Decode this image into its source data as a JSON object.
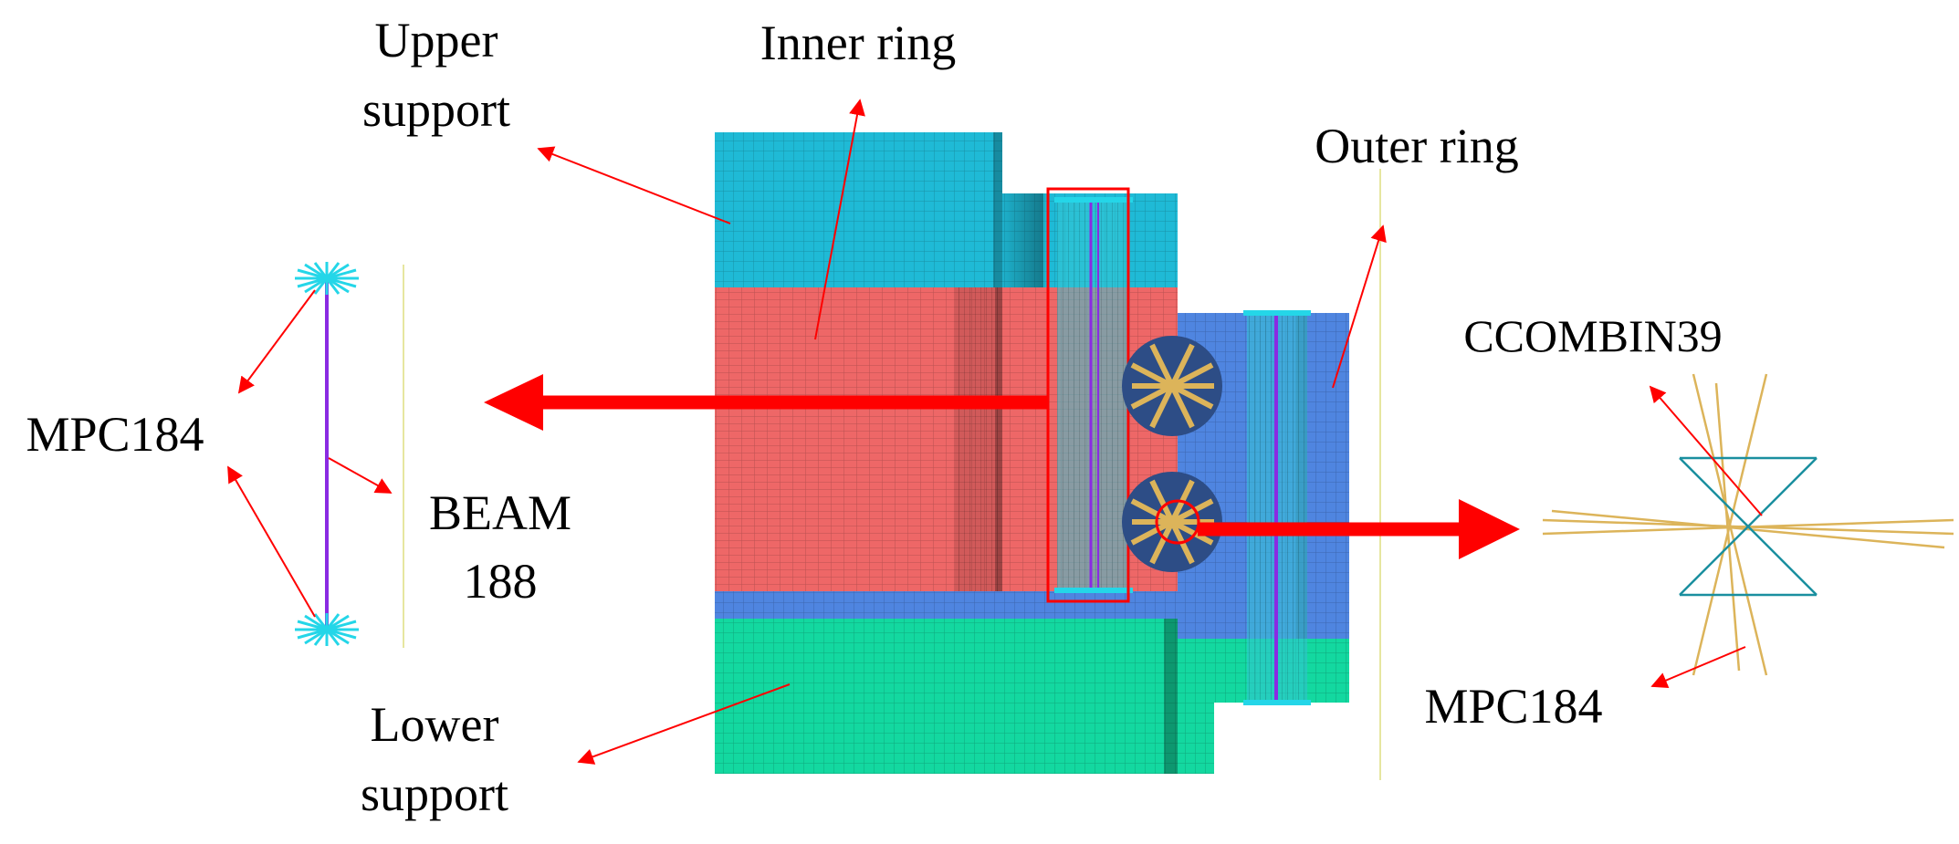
{
  "labels": {
    "upper_support": [
      "Upper",
      "support"
    ],
    "inner_ring": "Inner ring",
    "outer_ring": "Outer ring",
    "lower_support": [
      "Lower",
      "support"
    ],
    "mpc184_left": "MPC184",
    "beam188": [
      "BEAM",
      "188"
    ],
    "ccombin39": "CCOMBIN39",
    "mpc184_right": "MPC184"
  },
  "colors": {
    "upper_support": "#1fbad6",
    "inner_ring": "#ee6767",
    "outer_ring": "#4f85e0",
    "lower_support": "#13d8a0",
    "bolt": "#35c7d6",
    "ball": "#2d4d86",
    "spring": "#dcb45a",
    "arrow": "#ff0000",
    "beam": "#8a2be2",
    "node": "#24d6e8"
  },
  "icons": {
    "mpc_node": "spider-node-icon",
    "ball": "rolling-ball-icon"
  }
}
